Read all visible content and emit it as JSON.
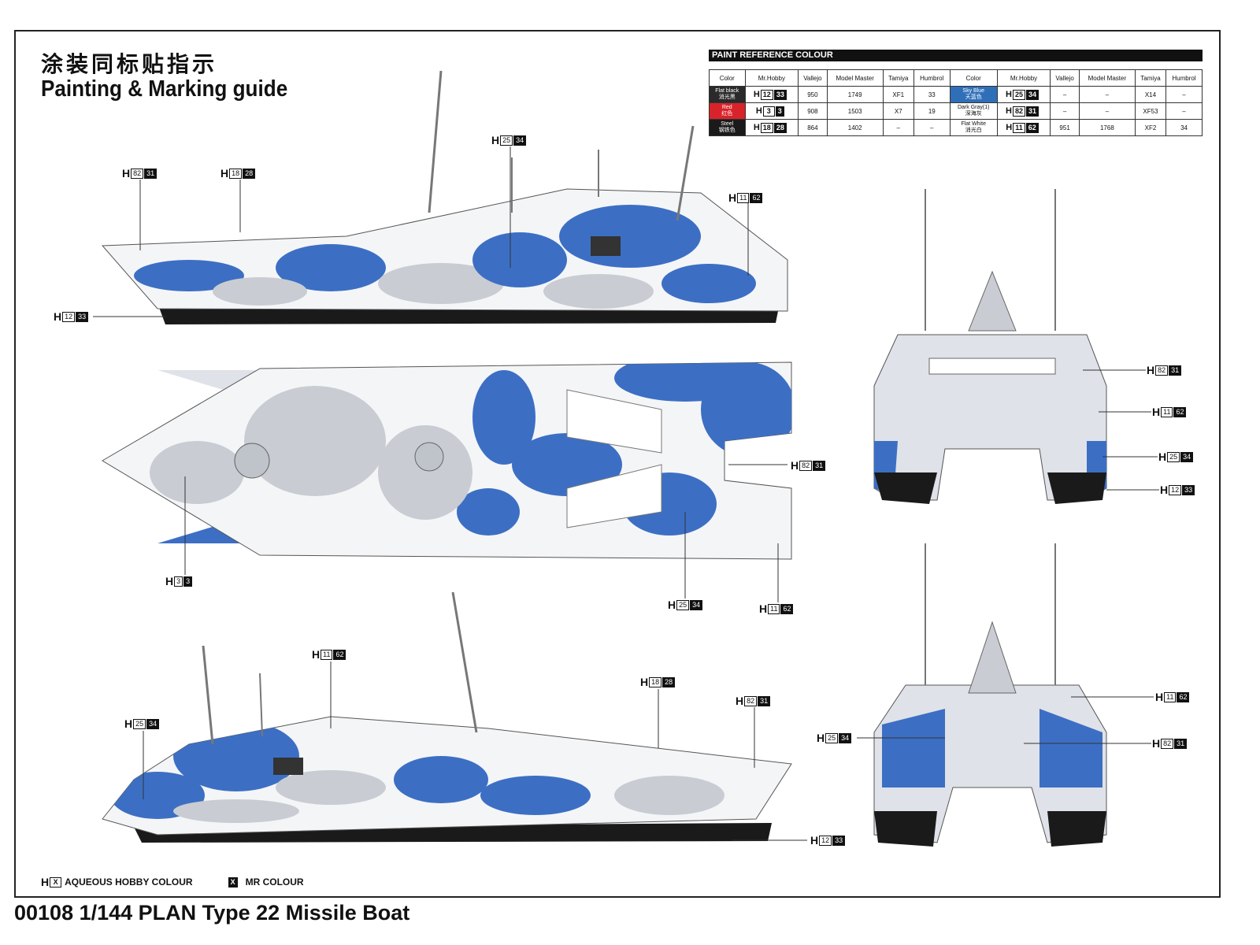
{
  "header": {
    "title_cn": "涂装同标贴指示",
    "title_en": "Painting & Marking guide"
  },
  "footer": {
    "title": "00108 1/144 PLAN Type 22 Missile Boat"
  },
  "legend": {
    "aqueous_label": "AQUEOUS HOBBY COLOUR",
    "aqueous_prefix": "H",
    "aqueous_box": "X",
    "mr_box": "X",
    "mr_label": "MR COLOUR"
  },
  "paint_reference": {
    "title": "PAINT  REFERENCE COLOUR",
    "headers": [
      "Color",
      "Mr.Hobby",
      "Vallejo",
      "Model Master",
      "Tamiya",
      "Humbrol",
      "Color",
      "Mr.Hobby",
      "Vallejo",
      "Model Master",
      "Tamiya",
      "Humbrol"
    ],
    "rows": [
      {
        "left": {
          "name": "Flat black",
          "name_cn": "消光黑",
          "swatch": "#2a2a2a",
          "h_box": "12",
          "h_blk": "33",
          "vallejo": "950",
          "model_master": "1749",
          "tamiya": "XF1",
          "humbrol": "33"
        },
        "right": {
          "name": "Sky Blue",
          "name_cn": "天蓝色",
          "swatch": "#2f6fb8",
          "h_box": "25",
          "h_blk": "34",
          "vallejo": "–",
          "model_master": "–",
          "tamiya": "X14",
          "humbrol": "–"
        }
      },
      {
        "left": {
          "name": "Red",
          "name_cn": "红色",
          "swatch": "#d9232a",
          "h_box": "3",
          "h_blk": "3",
          "vallejo": "908",
          "model_master": "1503",
          "tamiya": "X7",
          "humbrol": "19"
        },
        "right": {
          "name": "Dark Gray(1)",
          "name_cn": "深海灰",
          "swatch": "#ffffff",
          "h_box": "82",
          "h_blk": "31",
          "vallejo": "–",
          "model_master": "–",
          "tamiya": "XF53",
          "humbrol": "–"
        }
      },
      {
        "left": {
          "name": "Steel",
          "name_cn": "钢铁色",
          "swatch": "#1a1a1a",
          "h_box": "18",
          "h_blk": "28",
          "vallejo": "864",
          "model_master": "1402",
          "tamiya": "–",
          "humbrol": "–"
        },
        "right": {
          "name": "Flat White",
          "name_cn": "消光白",
          "swatch": "#ffffff",
          "h_box": "11",
          "h_blk": "62",
          "vallejo": "951",
          "model_master": "1768",
          "tamiya": "XF2",
          "humbrol": "34"
        }
      }
    ]
  },
  "callouts": [
    {
      "id": "c1",
      "prefix": "H",
      "box": "82",
      "blk": "31"
    },
    {
      "id": "c2",
      "prefix": "H",
      "box": "18",
      "blk": "28"
    },
    {
      "id": "c3",
      "prefix": "H",
      "box": "25",
      "blk": "34"
    },
    {
      "id": "c4",
      "prefix": "H",
      "box": "11",
      "blk": "62"
    },
    {
      "id": "c5",
      "prefix": "H",
      "box": "12",
      "blk": "33"
    },
    {
      "id": "c6",
      "prefix": "H",
      "box": "82",
      "blk": "31"
    },
    {
      "id": "c7",
      "prefix": "H",
      "box": "3",
      "blk": "3"
    },
    {
      "id": "c8",
      "prefix": "H",
      "box": "25",
      "blk": "34"
    },
    {
      "id": "c9",
      "prefix": "H",
      "box": "11",
      "blk": "62"
    },
    {
      "id": "c10",
      "prefix": "H",
      "box": "11",
      "blk": "62"
    },
    {
      "id": "c11",
      "prefix": "H",
      "box": "25",
      "blk": "34"
    },
    {
      "id": "c12",
      "prefix": "H",
      "box": "18",
      "blk": "28"
    },
    {
      "id": "c13",
      "prefix": "H",
      "box": "82",
      "blk": "31"
    },
    {
      "id": "c14",
      "prefix": "H",
      "box": "12",
      "blk": "33"
    },
    {
      "id": "c15",
      "prefix": "H",
      "box": "82",
      "blk": "31"
    },
    {
      "id": "c16",
      "prefix": "H",
      "box": "11",
      "blk": "62"
    },
    {
      "id": "c17",
      "prefix": "H",
      "box": "25",
      "blk": "34"
    },
    {
      "id": "c18",
      "prefix": "H",
      "box": "12",
      "blk": "33"
    },
    {
      "id": "c19",
      "prefix": "H",
      "box": "11",
      "blk": "62"
    },
    {
      "id": "c20",
      "prefix": "H",
      "box": "25",
      "blk": "34"
    },
    {
      "id": "c21",
      "prefix": "H",
      "box": "82",
      "blk": "31"
    }
  ],
  "colors": {
    "sky_blue": "#3c6fc4",
    "light_gray": "#c9ccd3",
    "white": "#f4f5f7",
    "black": "#1a1a1a"
  }
}
